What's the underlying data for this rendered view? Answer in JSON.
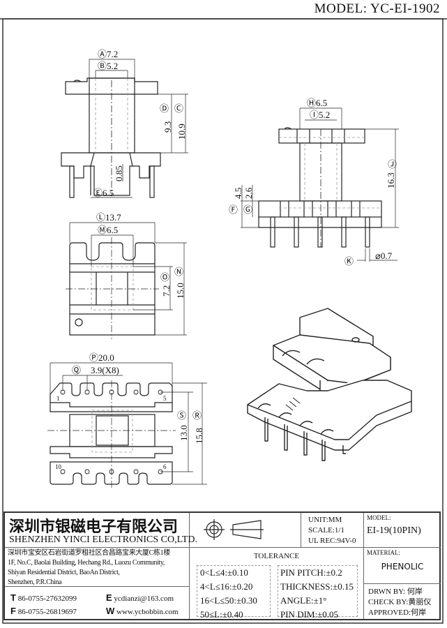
{
  "header": {
    "model": "MODEL: YC-EI-1902"
  },
  "front_view": {
    "A": "7.2",
    "B": "5.2",
    "C": "10.9",
    "D": "9.3",
    "E": "6.5",
    "gap": "0.85"
  },
  "side_view": {
    "H": "6.5",
    "I": "5.2",
    "J": "16.3",
    "F": "4.5",
    "G": "2.6",
    "K": "⌀0.7"
  },
  "top_view": {
    "L": "13.7",
    "M": "6.5",
    "N": "15.0",
    "O": "7.2"
  },
  "bottom_view": {
    "P": "20.0",
    "Q": "3.9(X8)",
    "R": "15.8",
    "S": "13.0",
    "pins": [
      "1",
      "5",
      "10",
      "6"
    ]
  },
  "letters": [
    "A",
    "B",
    "C",
    "D",
    "E",
    "F",
    "G",
    "H",
    "I",
    "J",
    "K",
    "L",
    "M",
    "N",
    "O",
    "P",
    "Q",
    "R",
    "S"
  ],
  "title_block": {
    "company_cn": "深圳市银磁电子有限公司",
    "company_en": "SHENZHEN YINCI ELECTRONICS CO,LTD.",
    "address": [
      "深圳市宝安区石岩街道罗租社区合昌路宝来大厦C栋1楼",
      "1F, No.C, Baolai Building, Hechang Rd., Luozu Community,",
      "Shiyan Residential District, BaoAn District,",
      "Shenzhen, P.R.China"
    ],
    "tel_label": "T",
    "tel": "86-0755-27632099",
    "fax_label": "F",
    "fax": "86-0755-26819697",
    "email_label": "E",
    "email": "ycdianzi@163.com",
    "web_label": "W",
    "web": "www.ycbobbin.com",
    "unit": "UNIT:MM",
    "scale": "SCALE:1/1",
    "ul": "UL REC:94V-0",
    "model_label": "MODEL:",
    "model": "EI-19(10PIN)",
    "material_label": "MATERIAL:",
    "material": "PHENOLIC",
    "tolerance_title": "TOLERANCE",
    "tolerance_left": [
      "0<L≤4:±0.10",
      "4<L≤16:±0.20",
      "16<L≤50:±0.30",
      "50≤L:±0.40"
    ],
    "tolerance_right": [
      "PIN PITCH:±0.2",
      "THICKNESS:±0.15",
      "ANGLE:±1°",
      "PIN DIM:±0.05"
    ],
    "drawn_by": "DRWN BY: 何岸",
    "check_by": "CHECK BY:黄丽仪",
    "approved": "APPROVED:何岸"
  }
}
